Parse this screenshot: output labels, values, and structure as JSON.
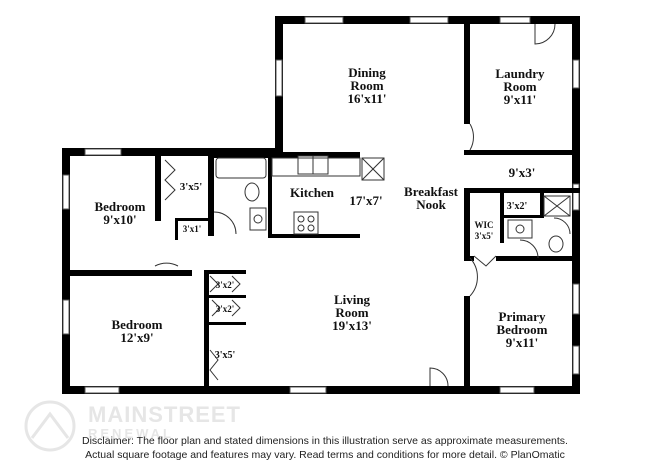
{
  "brand": {
    "name": "MAINSTREET",
    "sub": "RENEWAL"
  },
  "disclaimer": {
    "line1": "Disclaimer: The floor plan and stated dimensions in this illustration serve as approximate measurements.",
    "line2": "Actual square footage and features may vary. Read terms and conditions for more detail. © PlanOmatic"
  },
  "rooms": {
    "dining": {
      "name1": "Dining",
      "name2": "Room",
      "dim": "16'x11'"
    },
    "laundry": {
      "name1": "Laundry",
      "name2": "Room",
      "dim": "9'x11'"
    },
    "bedroom_top": {
      "name": "Bedroom",
      "dim": "9'x10'"
    },
    "kitchen": {
      "name": "Kitchen",
      "dim": "17'x7'"
    },
    "breakfast": {
      "name1": "Breakfast",
      "name2": "Nook"
    },
    "nook_9x3": {
      "dim": "9'x3'"
    },
    "living": {
      "name1": "Living",
      "name2": "Room",
      "dim": "19'x13'"
    },
    "bedroom_bottom": {
      "name": "Bedroom",
      "dim": "12'x9'"
    },
    "primary": {
      "name1": "Primary",
      "name2": "Bedroom",
      "dim": "9'x11'"
    }
  },
  "closets": {
    "c_3x5_top": "3'x5'",
    "c_3x1": "3'x1'",
    "c_3x2_a": "3'x2'",
    "c_3x2_b": "3'x2'",
    "c_3x5_bottom": "3'x5'",
    "c_3x2_right": "3'x2'",
    "wic_label": "WIC",
    "wic_dim": "3'x5'"
  }
}
